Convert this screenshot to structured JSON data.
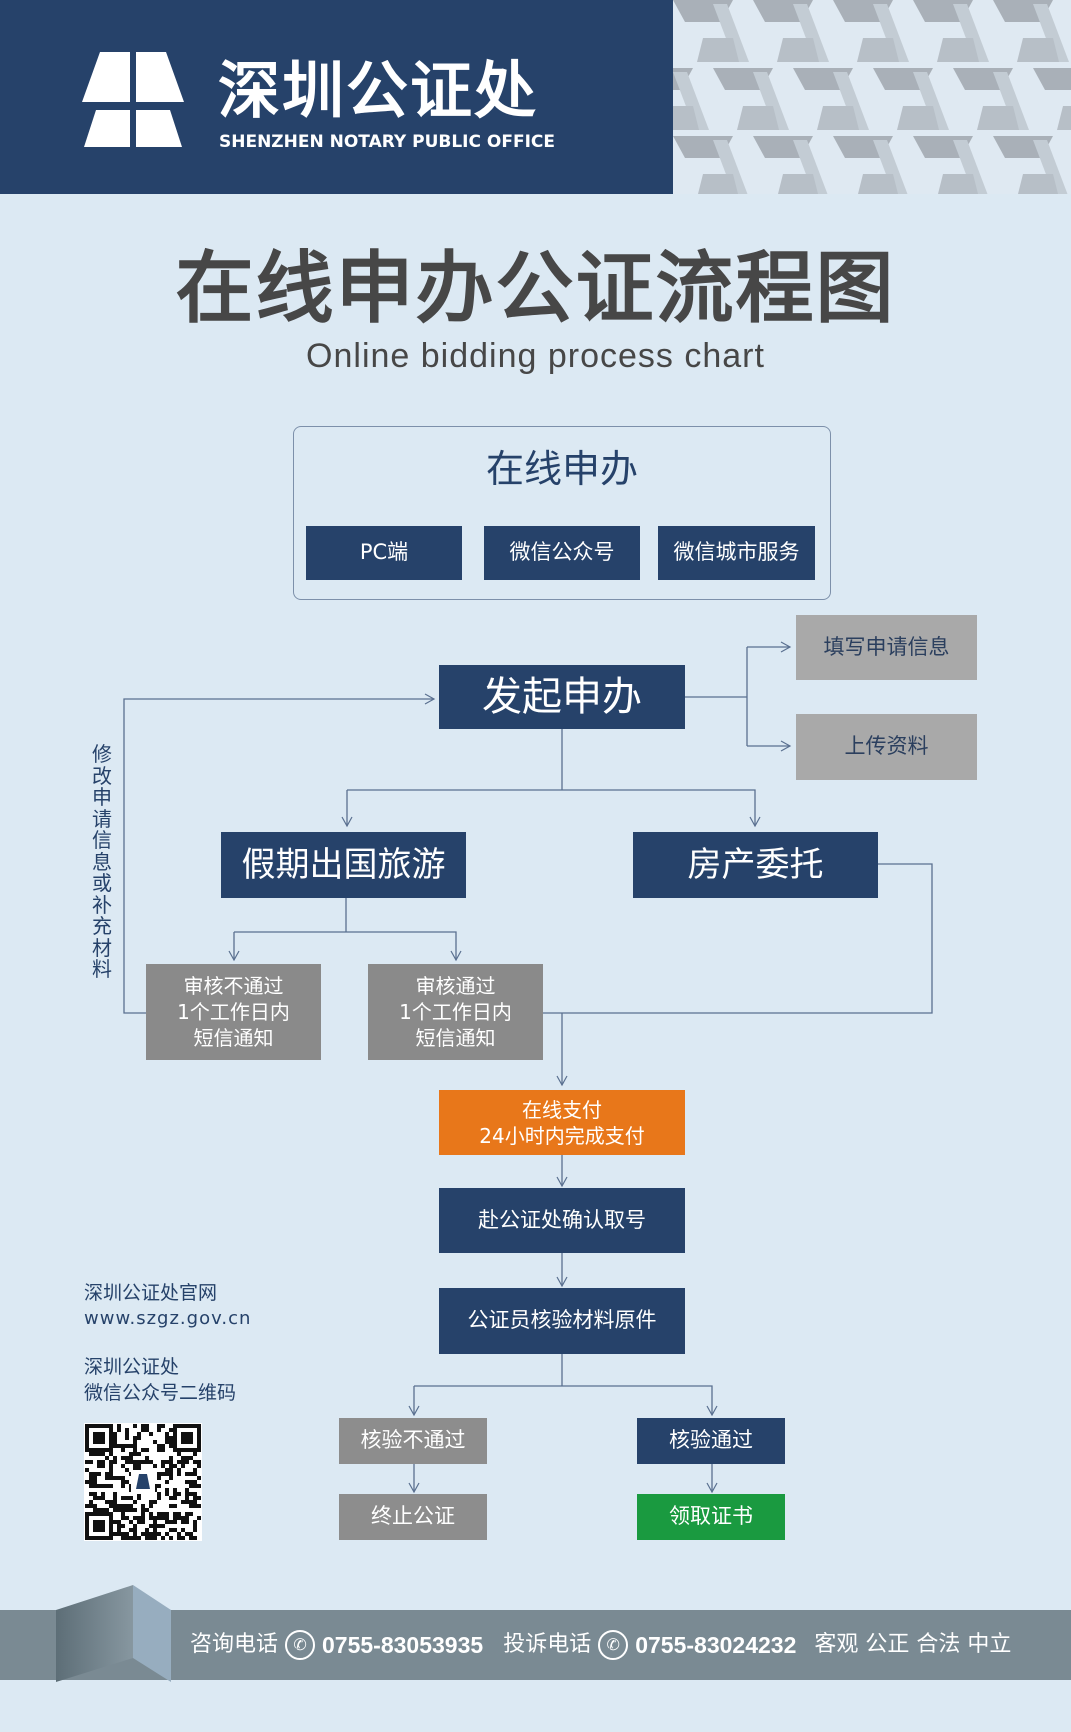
{
  "header": {
    "org_cn": "深圳公证处",
    "org_en": "SHENZHEN NOTARY PUBLIC OFFICE"
  },
  "title": {
    "cn": "在线申办公证流程图",
    "en": "Online bidding process chart"
  },
  "online": {
    "title": "在线申办",
    "channels": [
      "PC端",
      "微信公众号",
      "微信城市服务"
    ]
  },
  "flow": {
    "start": "发起申办",
    "fill_info": "填写申请信息",
    "upload": "上传资料",
    "travel": "假期出国旅游",
    "property": "房产委托",
    "reject": [
      "审核不通过",
      "1个工作日内",
      "短信通知"
    ],
    "approve": [
      "审核通过",
      "1个工作日内",
      "短信通知"
    ],
    "modify": "修改申请信息或补充材料",
    "pay": [
      "在线支付",
      "24小时内完成支付"
    ],
    "visit": "赴公证处确认取号",
    "verify": "公证员核验材料原件",
    "verify_fail": "核验不通过",
    "terminate": "终止公证",
    "verify_pass": "核验通过",
    "collect": "领取证书"
  },
  "info": {
    "site_label": "深圳公证处官网",
    "site_url": "www.szgz.gov.cn",
    "wechat_label1": "深圳公证处",
    "wechat_label2": "微信公众号二维码"
  },
  "footer": {
    "consult_label": "咨询电话",
    "consult_phone": "0755-83053935",
    "complaint_label": "投诉电话",
    "complaint_phone": "0755-83024232",
    "motto": "客观 公正 合法 中立"
  },
  "colors": {
    "navy": "#26426a",
    "orange": "#e8771a",
    "green": "#1a9a40",
    "bg": "#dce9f3"
  }
}
